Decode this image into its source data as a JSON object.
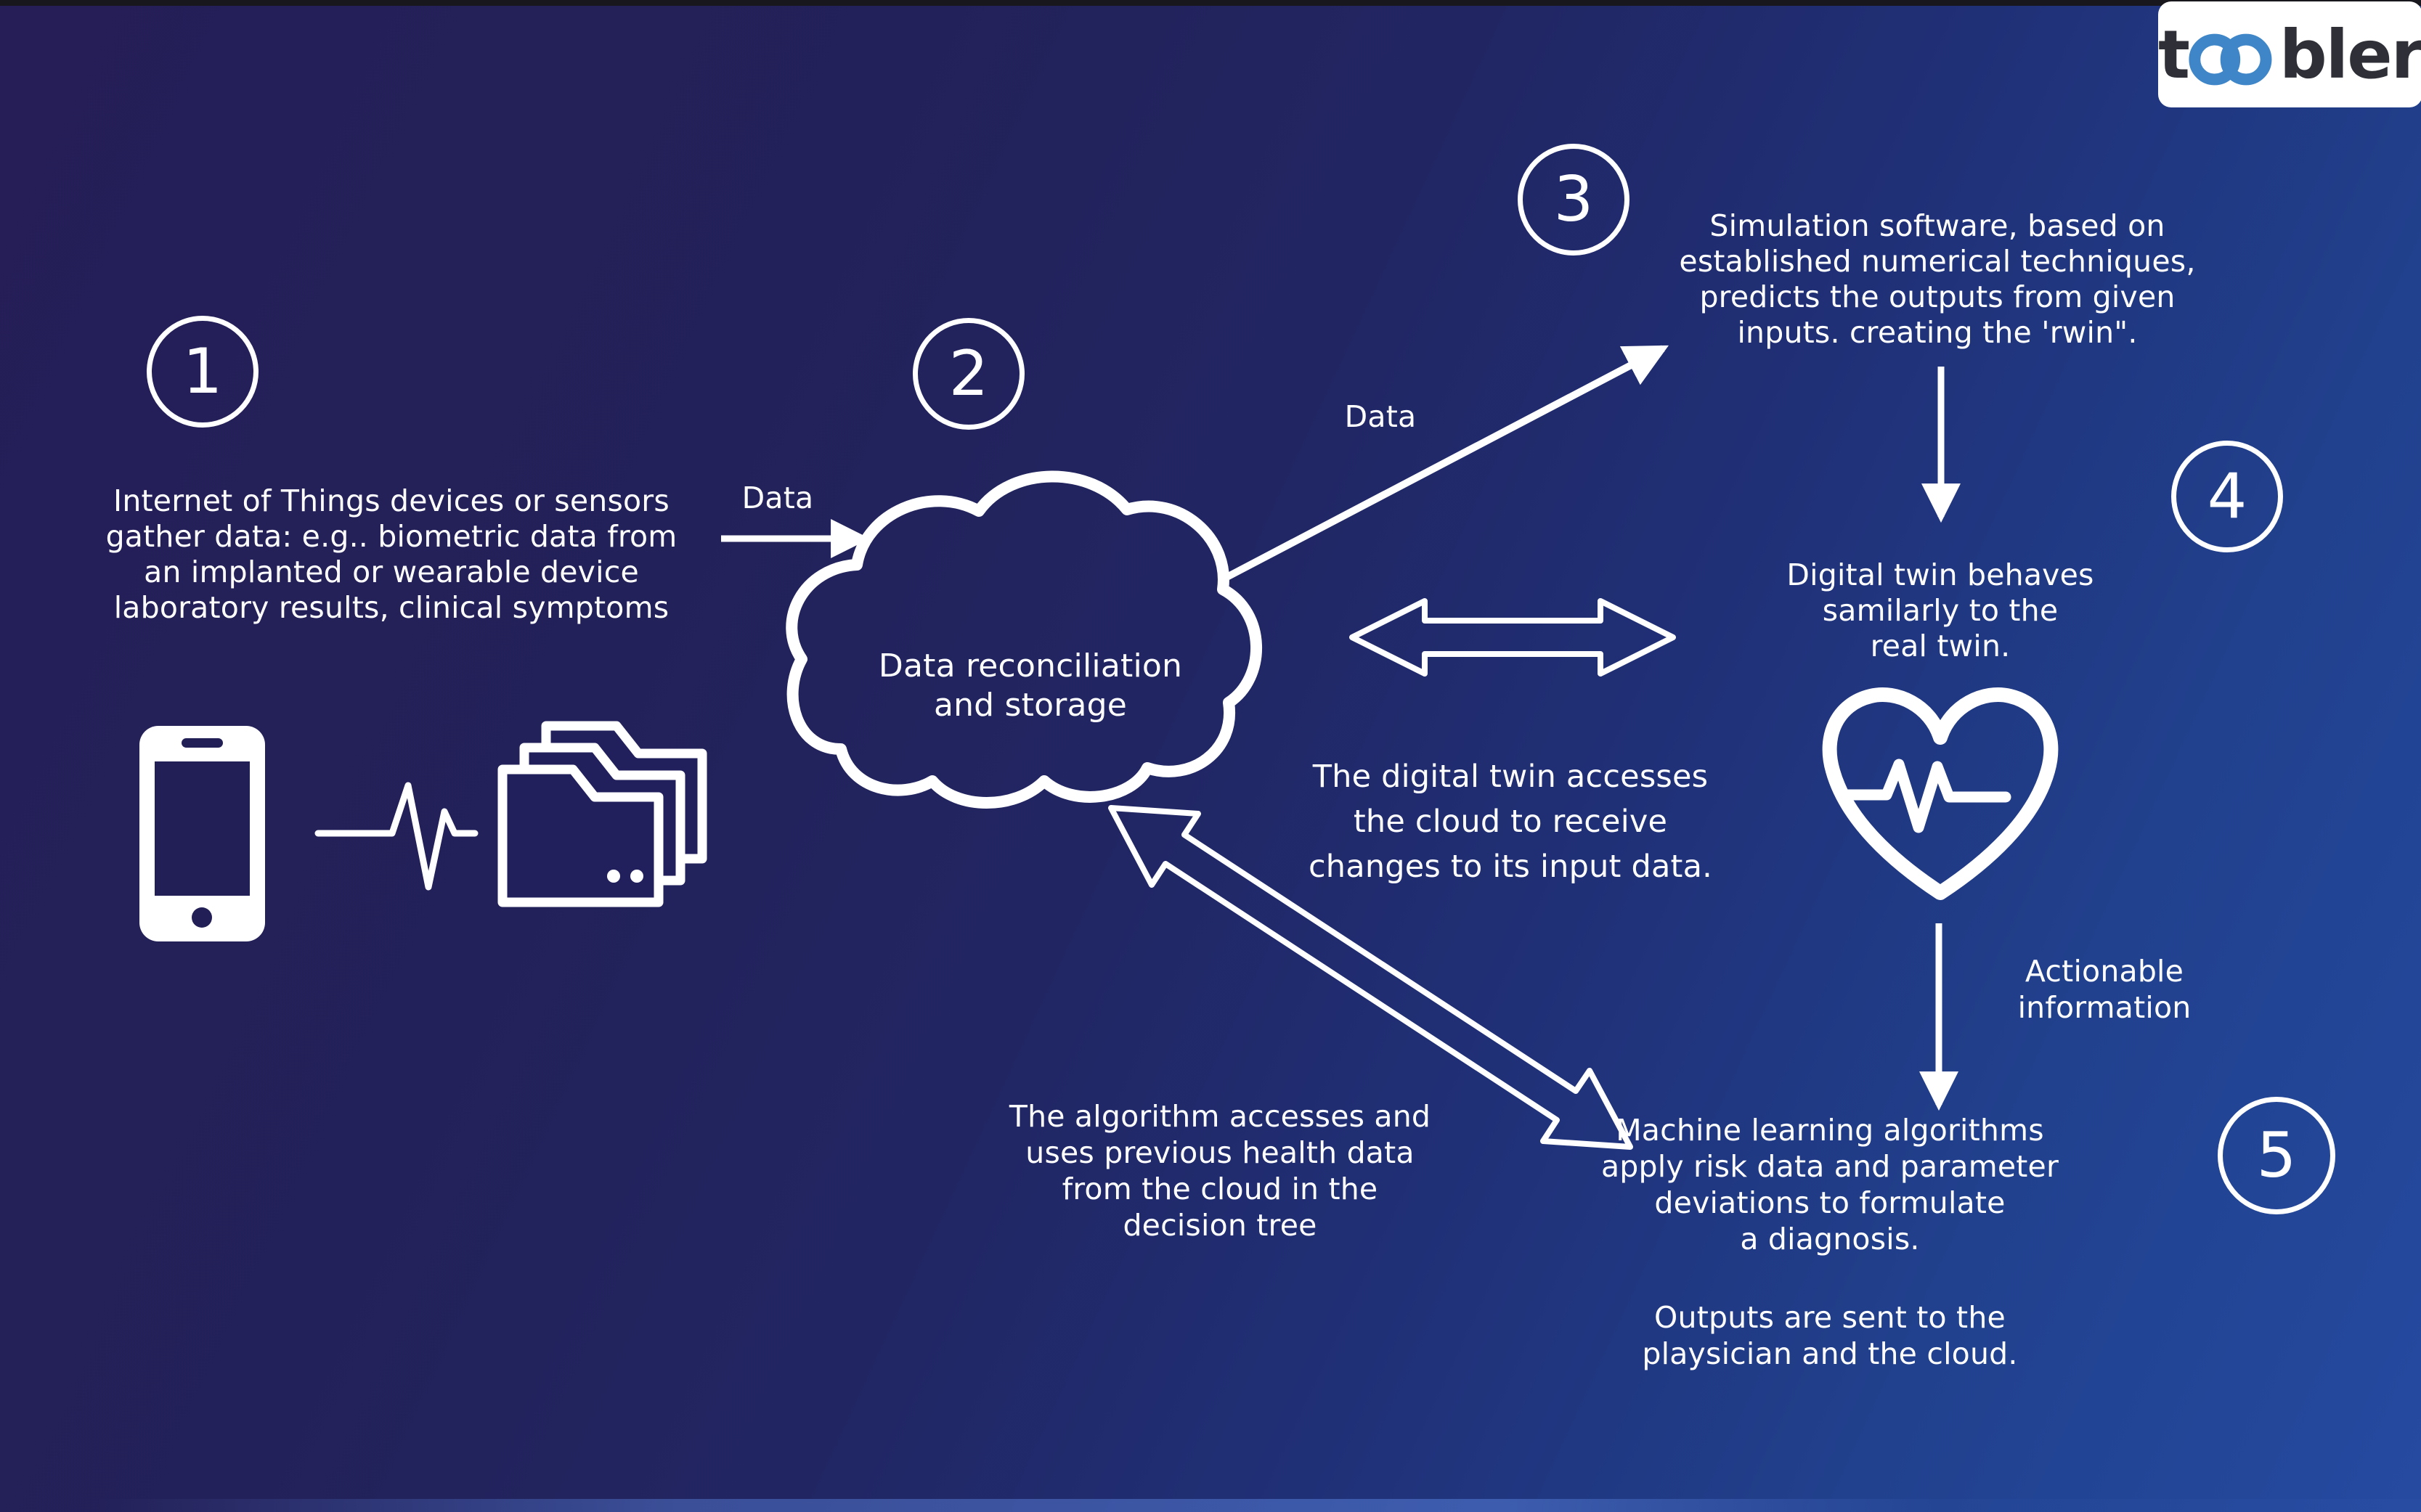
{
  "logo": {
    "t": "t",
    "bler": "bler"
  },
  "steps": [
    {
      "number": "1",
      "text": "Internet of Things devices or sensors\ngather data: e.g.. biometric data from\nan implanted or wearable device\nlaboratory results, clinical symptoms"
    },
    {
      "number": "2",
      "text": "Data reconciliation\nand storage"
    },
    {
      "number": "3",
      "text": "Simulation software, based on\nestablished numerical techniques,\npredicts the outputs from given\ninputs. creating the 'rwin\"."
    },
    {
      "number": "4",
      "text": "Digital twin behaves\nsamilarly to the\nreal twin."
    },
    {
      "number": "5",
      "text": "Machine learning algorithms\napply risk data and parameter\ndeviations to formulate\na diagnosis.",
      "text_secondary": "Outputs are sent to the\nplaysician and the cloud."
    }
  ],
  "flow_labels": {
    "data_in": "Data",
    "data_to_simulation": "Data",
    "digital_twin_cloud": "The digital twin accesses\nthe cloud to receive\nchanges to its input data.",
    "algorithm_cloud": "The algorithm accesses and\nuses previous health data\nfrom the cloud in the\ndecision tree",
    "actionable": "Actionable\ninformation"
  },
  "icons": {
    "cloud": "cloud-icon",
    "heart": "heart-pulse-icon",
    "phone": "smartphone-icon",
    "ecg": "ecg-pulse-icon",
    "folders": "stacked-folders-icon",
    "rings": "interlocked-rings-icon"
  },
  "colors": {
    "background_top_left": "#241e56",
    "background_bottom_right": "#254aa0",
    "artwork_white": "#ffffff",
    "logo_ring_blue": "#3e86c8",
    "logo_text": "#2f2f38",
    "top_bar": "#17171d"
  }
}
